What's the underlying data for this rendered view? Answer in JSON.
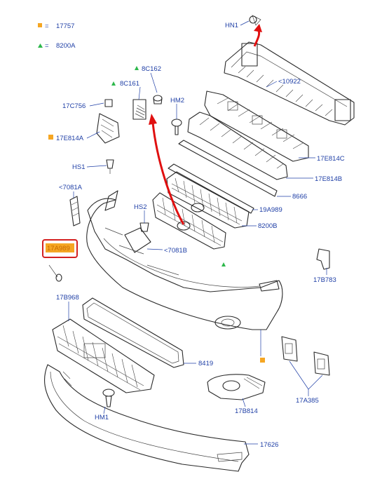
{
  "legend": [
    {
      "marker": "square",
      "color": "#f5a623",
      "code": "17757"
    },
    {
      "marker": "triangle",
      "color": "#2db84b",
      "code": "8200A"
    }
  ],
  "highlight": {
    "code": "17A989",
    "fill": "#f5a623",
    "border": "#d42020"
  },
  "callouts": {
    "hn1": "HN1",
    "c8c162": "8C162",
    "c8c161": "8C161",
    "c10922": "<10922",
    "c17c756": "17C756",
    "hm2": "HM2",
    "c17e814a": "17E814A",
    "c17e814c": "17E814C",
    "c17e814b": "17E814B",
    "hs1": "HS1",
    "c7081a": "<7081A",
    "c8666": "8666",
    "c19a989": "19A989",
    "hs2": "HS2",
    "c8200b": "8200B",
    "c7081b": "<7081B",
    "c17b783": "17B783",
    "c17b968": "17B968",
    "c8419": "8419",
    "hm1": "HM1",
    "c17b814": "17B814",
    "c17a385": "17A385",
    "c17626": "17626"
  },
  "colors": {
    "label": "#1f3fa6",
    "arrow": "#e01010",
    "line": "#2a2a2a"
  }
}
